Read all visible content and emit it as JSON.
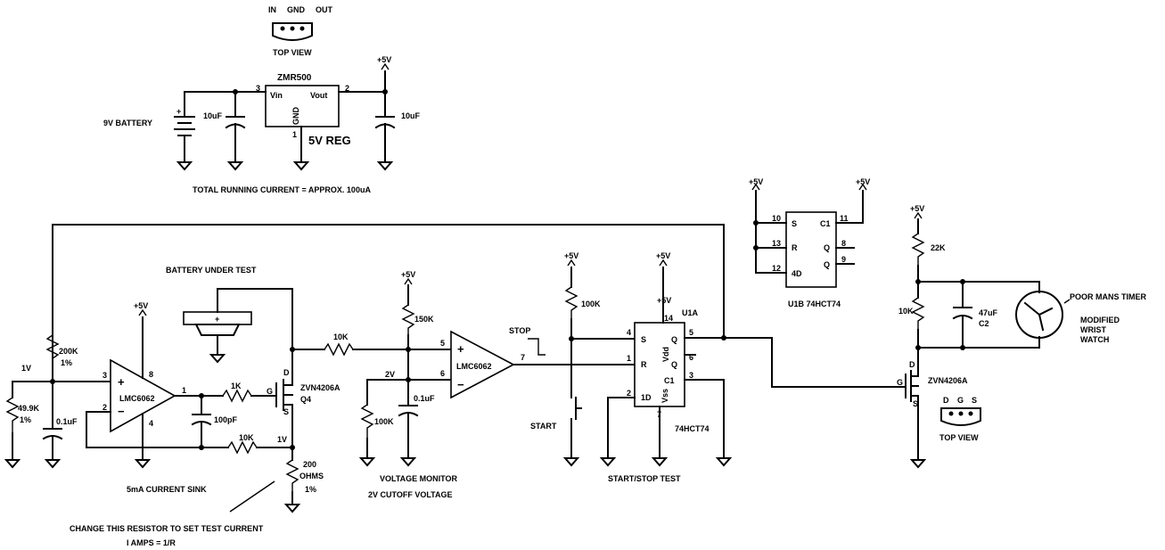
{
  "regulator": {
    "pinout_in": "IN",
    "pinout_gnd": "GND",
    "pinout_out": "OUT",
    "top_view": "TOP VIEW",
    "part": "ZMR500",
    "vin": "Vin",
    "vout": "Vout",
    "gnd": "GND",
    "pin3": "3",
    "pin2": "2",
    "pin1": "1",
    "name": "5V REG",
    "battery": "9V BATTERY",
    "cap_in": "10uF",
    "cap_out": "10uF",
    "supply": "+5V",
    "current_note": "TOTAL RUNNING CURRENT = APPROX. 100uA"
  },
  "sink": {
    "battery_label": "BATTERY UNDER TEST",
    "plus": "+",
    "supply": "+5V",
    "v1": "1V",
    "r200k": "200K",
    "r200k_tol": "1%",
    "r49": "49.9K",
    "r49_tol": "1%",
    "c01": "0.1uF",
    "opamp": "LMC6062",
    "pin3": "3",
    "pin2": "2",
    "pin8": "8",
    "pin4": "4",
    "pin1": "1",
    "opamp_plus": "+",
    "opamp_minus": "−",
    "r1k": "1K",
    "c100p": "100pF",
    "r10k": "10K",
    "fb_1v": "1V",
    "fet": "ZVN4206A",
    "fet_ref": "Q4",
    "d": "D",
    "g": "G",
    "s": "S",
    "r200": "200",
    "r200_unit": "OHMS",
    "r200_tol": "1%",
    "title": "5mA CURRENT SINK",
    "note1": "CHANGE THIS RESISTOR TO SET TEST CURRENT",
    "note2": "I AMPS = 1/R"
  },
  "monitor": {
    "r10k": "10K",
    "supply": "+5V",
    "r150k": "150K",
    "v2": "2V",
    "r100k": "100K",
    "c01": "0.1uF",
    "opamp": "LMC6062",
    "pin5": "5",
    "pin6": "6",
    "pin7": "7",
    "opamp_plus": "+",
    "opamp_minus": "−",
    "title": "VOLTAGE MONITOR",
    "subtitle": "2V CUTOFF VOLTAGE"
  },
  "startstop": {
    "stop": "STOP",
    "supply": "+5V",
    "r100k": "100K",
    "start": "START",
    "u1a": "U1A",
    "s": "S",
    "r": "R",
    "q": "Q",
    "q_bar": "Q",
    "c1": "C1",
    "d": "1D",
    "pin4": "4",
    "pin1": "1",
    "pin2": "2",
    "pin3": "3",
    "pin5": "5",
    "pin6": "6",
    "pin14": "14",
    "pin7": "7",
    "vdd": "Vdd",
    "vss": "Vss",
    "part": "74HCT74",
    "title": "START/STOP TEST"
  },
  "u1b": {
    "supply_left": "+5V",
    "supply_right": "+5V",
    "s": "S",
    "r": "R",
    "d": "4D",
    "c1": "C1",
    "q_bar": "Q",
    "q": "Q",
    "pin10": "10",
    "pin13": "13",
    "pin12": "12",
    "pin11": "11",
    "pin8": "8",
    "pin9": "9",
    "name": "U1B  74HCT74"
  },
  "timer": {
    "supply": "+5V",
    "r22k": "22K",
    "r10k": "10K",
    "cap": "47uF",
    "cap_ref": "C2",
    "label1": "POOR MANS TIMER",
    "label2": "MODIFIED",
    "label3": "WRIST",
    "label4": "WATCH",
    "fet": "ZVN4206A",
    "d": "D",
    "g": "G",
    "s": "S",
    "pin_d": "D",
    "pin_g": "G",
    "pin_s": "S",
    "top_view": "TOP VIEW"
  }
}
